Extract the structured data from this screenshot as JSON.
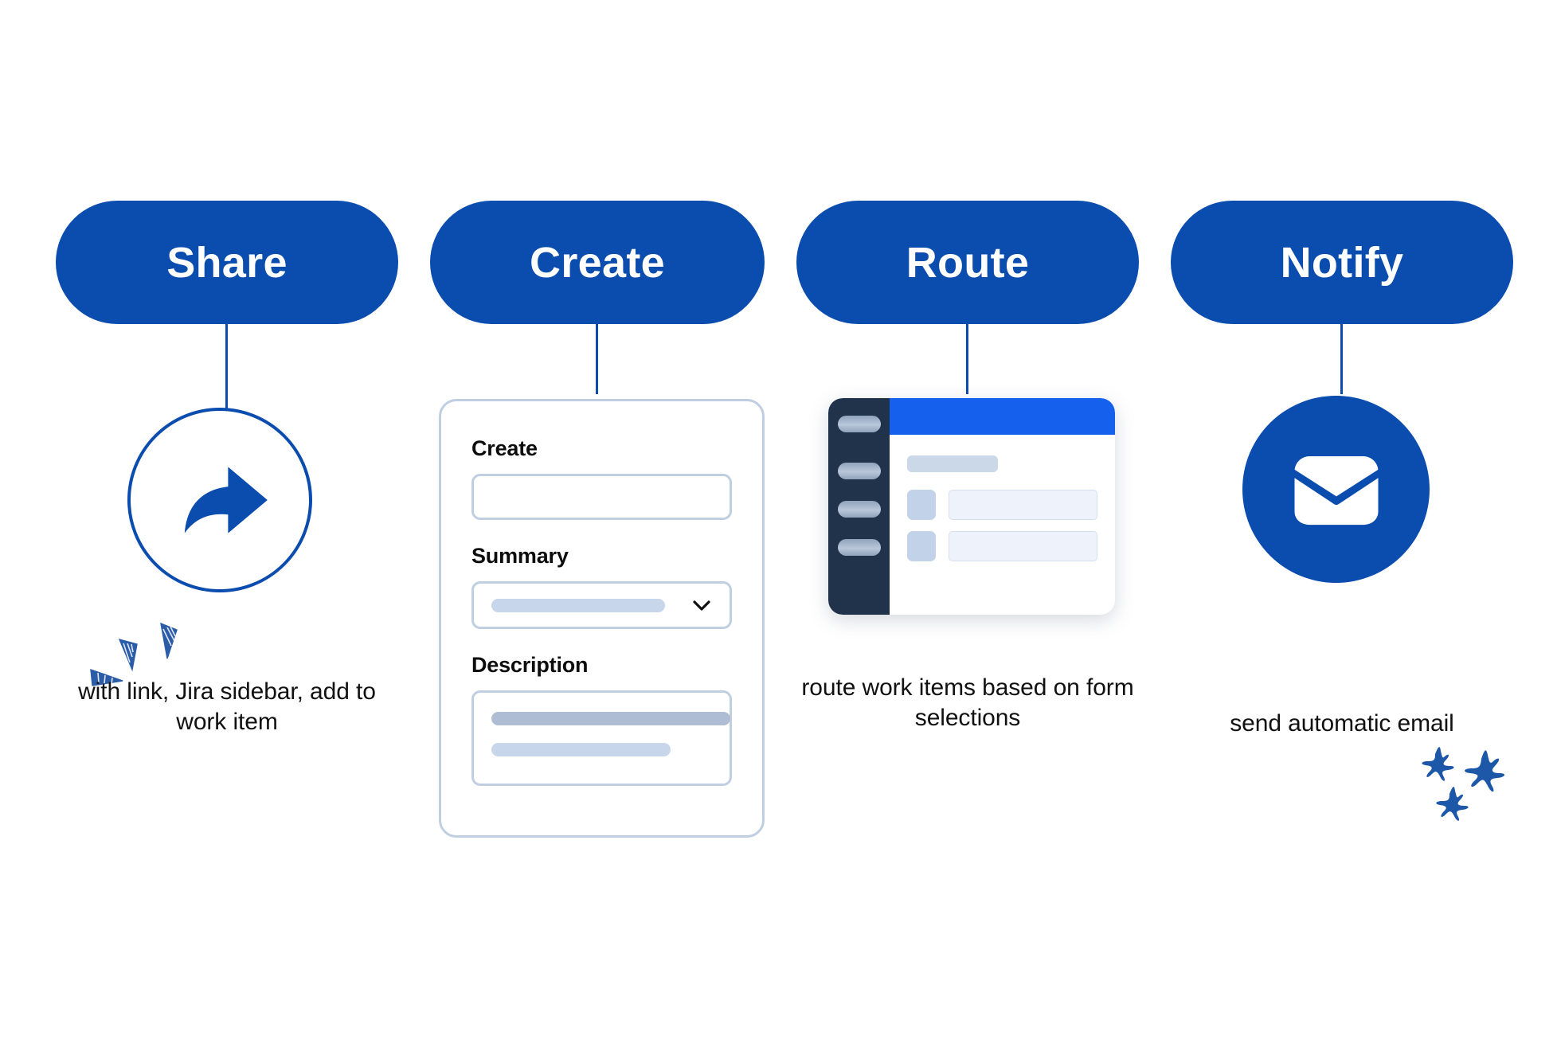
{
  "theme": {
    "pill_blue": "#0B4CAF",
    "accent_blue": "#1560EC",
    "sidebar_dark": "#20334B",
    "border_blue_gray": "#BFCEE0",
    "placeholder_light": "#C8D6EC",
    "placeholder_dark": "#AEBDD3",
    "doodle_blue": "#1C57A8",
    "background": "#FFFFFF",
    "text": "#111111"
  },
  "steps": [
    {
      "key": "share",
      "pill_label": "Share",
      "icon": "share-arrow-icon",
      "caption": "with link, Jira sidebar, add to work item",
      "doodle": "confetti-doodle"
    },
    {
      "key": "create",
      "pill_label": "Create",
      "icon": "form-card-illustration",
      "caption": "",
      "doodle": ""
    },
    {
      "key": "route",
      "pill_label": "Route",
      "icon": "browser-window-illustration",
      "caption": "route work items based on form selections",
      "doodle": ""
    },
    {
      "key": "notify",
      "pill_label": "Notify",
      "icon": "envelope-icon",
      "caption": "send automatic email",
      "doodle": "sparkles-doodle"
    }
  ],
  "create_form": {
    "fields": [
      {
        "label": "Create",
        "type": "text",
        "value": ""
      },
      {
        "label": "Summary",
        "type": "select",
        "value": ""
      },
      {
        "label": "Description",
        "type": "textarea",
        "value": ""
      }
    ]
  },
  "route_browser": {
    "sidebar_items": 4,
    "body_rows": 2
  }
}
